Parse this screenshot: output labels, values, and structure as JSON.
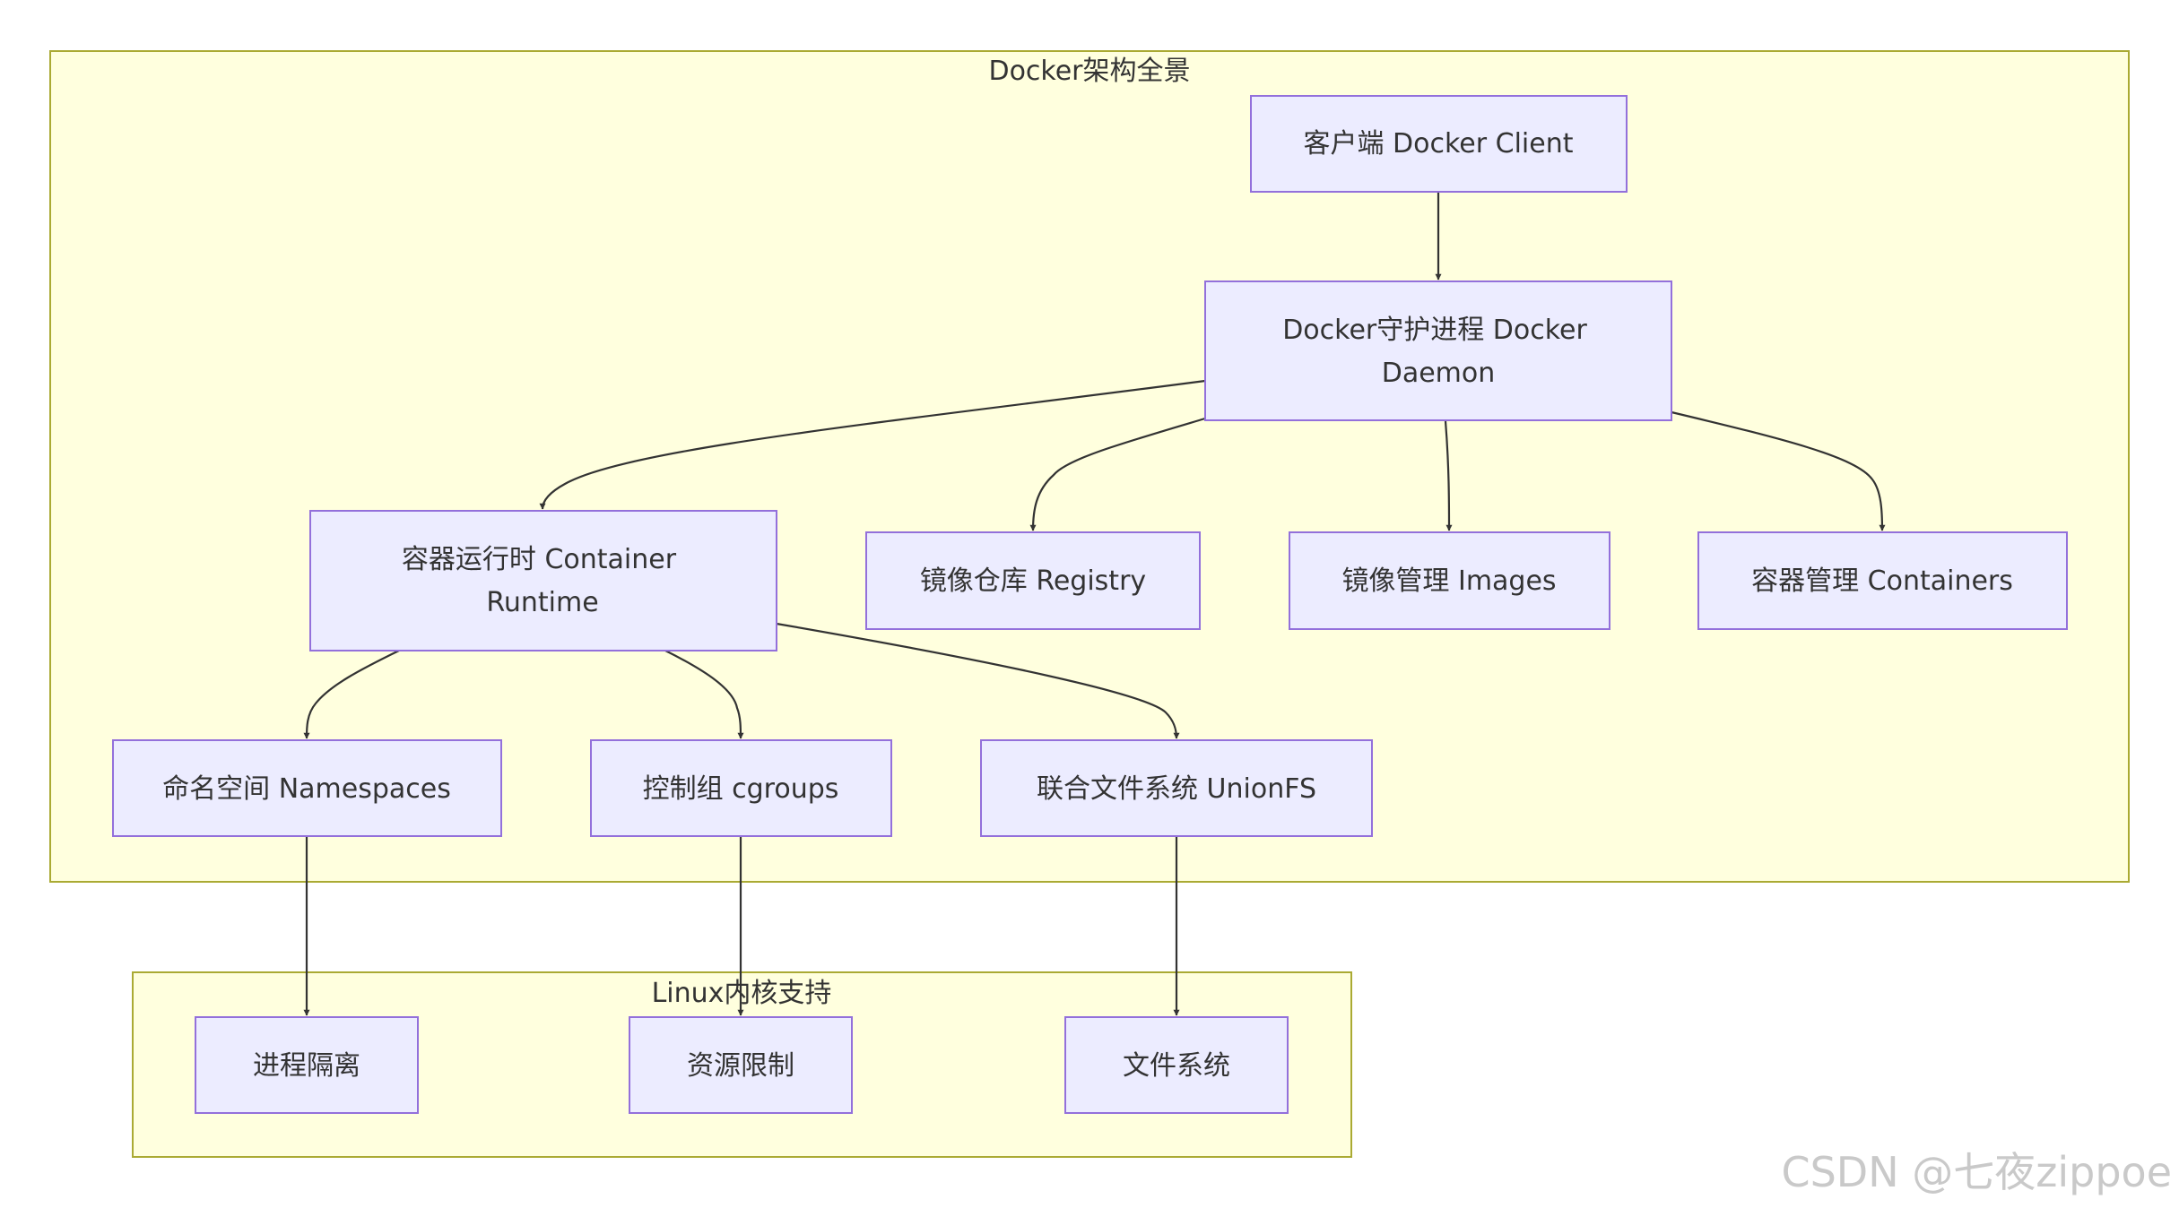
{
  "clusters": {
    "docker": {
      "label": "Docker架构全景"
    },
    "linux": {
      "label": "Linux内核支持"
    }
  },
  "nodes": {
    "client": {
      "label": "客户端 Docker Client"
    },
    "daemon": {
      "line1": "Docker守护进程 Docker",
      "line2": "Daemon"
    },
    "runtime": {
      "line1": "容器运行时 Container",
      "line2": "Runtime"
    },
    "registry": {
      "label": "镜像仓库 Registry"
    },
    "images": {
      "label": "镜像管理 Images"
    },
    "containers": {
      "label": "容器管理 Containers"
    },
    "namespaces": {
      "label": "命名空间 Namespaces"
    },
    "cgroups": {
      "label": "控制组 cgroups"
    },
    "unionfs": {
      "label": "联合文件系统 UnionFS"
    },
    "isolation": {
      "label": "进程隔离"
    },
    "limits": {
      "label": "资源限制"
    },
    "filesystem": {
      "label": "文件系统"
    }
  },
  "edges": [
    {
      "from": "客户端 Docker Client",
      "to": "Docker守护进程 Docker Daemon"
    },
    {
      "from": "Docker守护进程 Docker Daemon",
      "to": "容器运行时 Container Runtime"
    },
    {
      "from": "Docker守护进程 Docker Daemon",
      "to": "镜像仓库 Registry"
    },
    {
      "from": "Docker守护进程 Docker Daemon",
      "to": "镜像管理 Images"
    },
    {
      "from": "Docker守护进程 Docker Daemon",
      "to": "容器管理 Containers"
    },
    {
      "from": "容器运行时 Container Runtime",
      "to": "命名空间 Namespaces"
    },
    {
      "from": "容器运行时 Container Runtime",
      "to": "控制组 cgroups"
    },
    {
      "from": "容器运行时 Container Runtime",
      "to": "联合文件系统 UnionFS"
    },
    {
      "from": "命名空间 Namespaces",
      "to": "进程隔离"
    },
    {
      "from": "控制组 cgroups",
      "to": "资源限制"
    },
    {
      "from": "联合文件系统 UnionFS",
      "to": "文件系统"
    }
  ],
  "watermark": "CSDN @七夜zippoe",
  "colors": {
    "cluster_fill": "#ffffde",
    "cluster_border": "#aaaa33",
    "node_fill": "#ececff",
    "node_border": "#9370db",
    "edge": "#333333",
    "text": "#333333"
  }
}
